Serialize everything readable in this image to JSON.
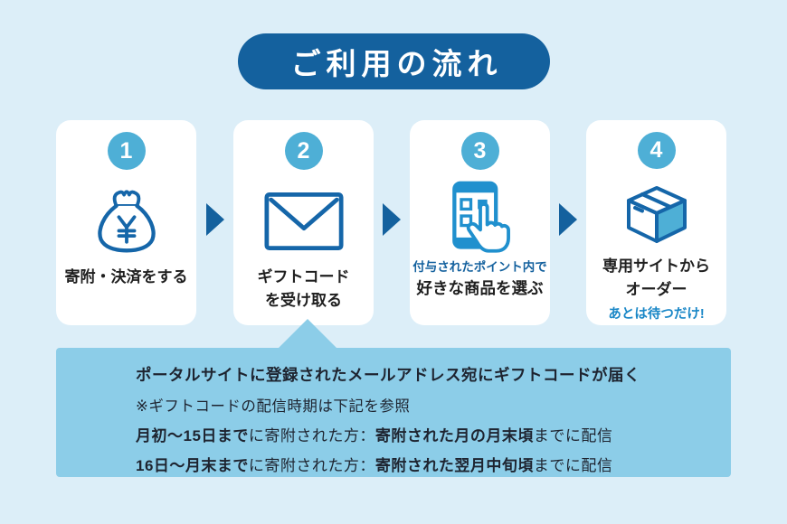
{
  "title": "ご利用の流れ",
  "colors": {
    "background": "#DCEEF8",
    "banner_blue": "#14619E",
    "circle_blue": "#4EAFD6",
    "note_box_blue": "#8CCDE8",
    "icon_dark_blue": "#1566A9",
    "icon_light_blue": "#2090CE",
    "text_dark": "#1F1F1F",
    "text_blue": "#14619E",
    "text_bright_blue": "#1A87C7"
  },
  "steps": [
    {
      "number": "1",
      "icon": "money-bag-yen-icon",
      "line1": "寄附・決済をする"
    },
    {
      "number": "2",
      "icon": "envelope-icon",
      "line1": "ギフトコード",
      "line2": "を受け取る"
    },
    {
      "number": "3",
      "icon": "phone-tap-icon",
      "line1": "付与されたポイント内で",
      "line2": "好きな商品を選ぶ"
    },
    {
      "number": "4",
      "icon": "package-box-icon",
      "line1": "専用サイトから",
      "line2": "オーダー",
      "line3": "あとは待つだけ!"
    }
  ],
  "note": {
    "heading": "ポータルサイトに登録されたメールアドレス宛にギフトコードが届く",
    "subheading": "※ギフトコードの配信時期は下記を参照",
    "schedule": [
      {
        "seg1": "月初〜15日まで",
        "seg2": "に寄附された方：",
        "seg3": "寄附された月の月末頃",
        "seg4": "までに配信"
      },
      {
        "seg1": "16日〜月末まで",
        "seg2": "に寄附された方：",
        "seg3": "寄附された翌月中旬頃",
        "seg4": "までに配信"
      }
    ]
  }
}
